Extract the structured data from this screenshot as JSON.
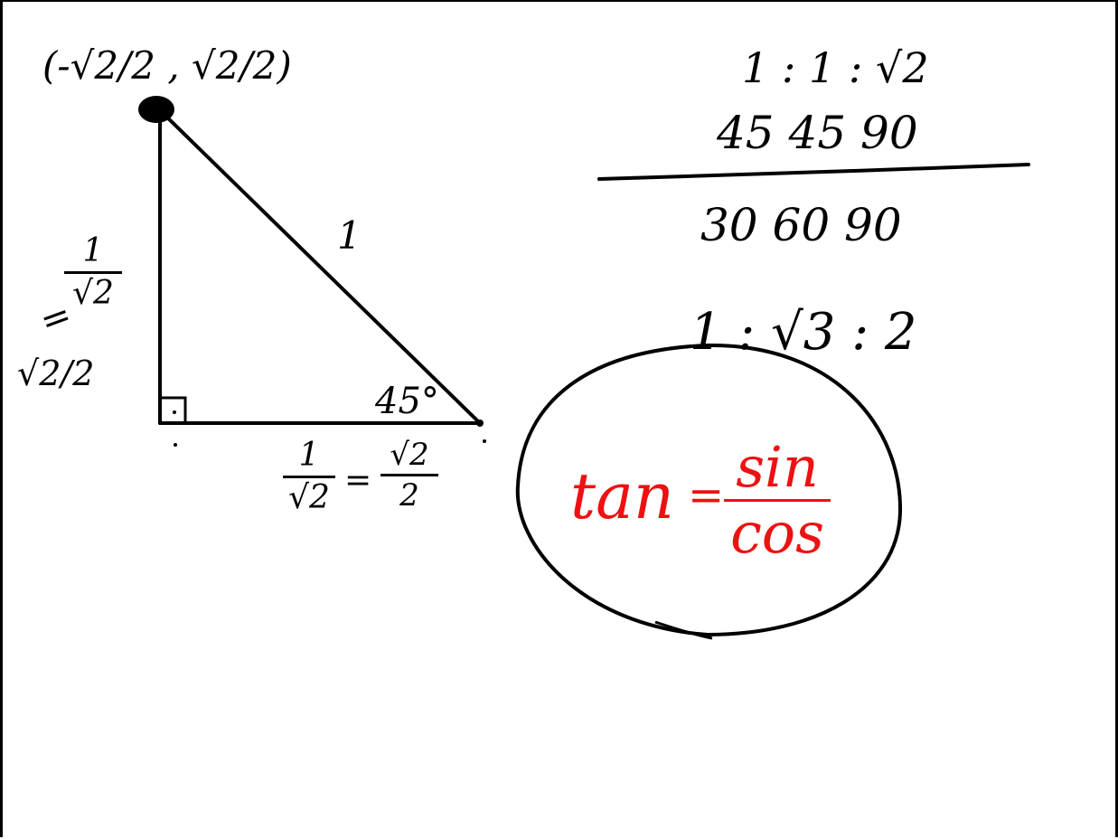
{
  "colors": {
    "ink": "#000000",
    "red_ink": "#ee1111",
    "background": "#ffffff"
  },
  "triangle": {
    "vertex_label": "(-√2/2 , √2/2)",
    "hypotenuse_label": "1",
    "angle_label": "45°",
    "left_side": {
      "numerator": "1",
      "denominator": "√2",
      "equals": "=",
      "simplified": "√2/2"
    },
    "bottom_side": {
      "numerator": "1",
      "denominator": "√2",
      "equals": "=",
      "simplified_numerator": "√2",
      "simplified_denominator": "2"
    }
  },
  "ratios": {
    "ratio_45": "1 : 1 : √2",
    "angles_45": "45 45 90",
    "angles_30": "30 60 90",
    "ratio_30": "1 : √3 : 2"
  },
  "identity": {
    "lhs": "tan",
    "equals": "=",
    "numerator": "sin",
    "denominator": "cos"
  }
}
